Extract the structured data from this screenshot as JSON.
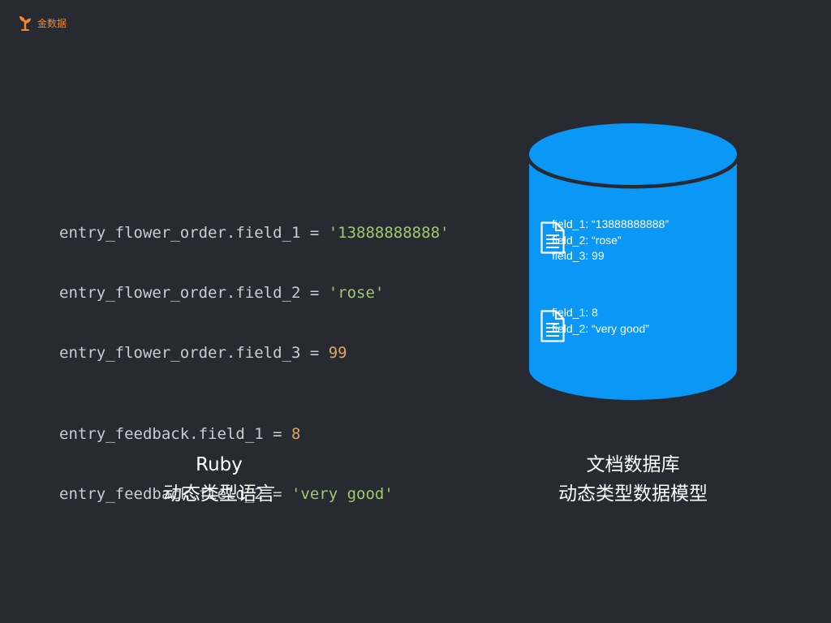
{
  "brand": {
    "name": "金数据",
    "color": "#f48a2a"
  },
  "code": {
    "lines": [
      {
        "lhs": "entry_flower_order.field_1 = ",
        "value": "'13888888888'",
        "kind": "string"
      },
      {
        "lhs": "entry_flower_order.field_2 = ",
        "value": "'rose'",
        "kind": "string"
      },
      {
        "lhs": "entry_flower_order.field_3 = ",
        "value": "99",
        "kind": "number"
      },
      {
        "lhs": "entry_feedback.field_1 = ",
        "value": "8",
        "kind": "number"
      },
      {
        "lhs": "entry_feedback.field_2 = ",
        "value": "'very good'",
        "kind": "string"
      }
    ],
    "colors": {
      "text": "#c9ccd4",
      "string": "#9fc96f",
      "number": "#e3a565"
    }
  },
  "database": {
    "color": "#0a97f5",
    "documents": [
      {
        "icon": "document-icon",
        "fields": [
          "field_1: “13888888888”",
          "field_2: “rose”",
          "field_3: 99"
        ]
      },
      {
        "icon": "document-icon",
        "fields": [
          "field_1: 8",
          "field_2: “very good”"
        ]
      }
    ]
  },
  "captions": {
    "left": {
      "title": "Ruby",
      "subtitle": "动态类型语言"
    },
    "right": {
      "title": "文档数据库",
      "subtitle": "动态类型数据模型"
    }
  }
}
